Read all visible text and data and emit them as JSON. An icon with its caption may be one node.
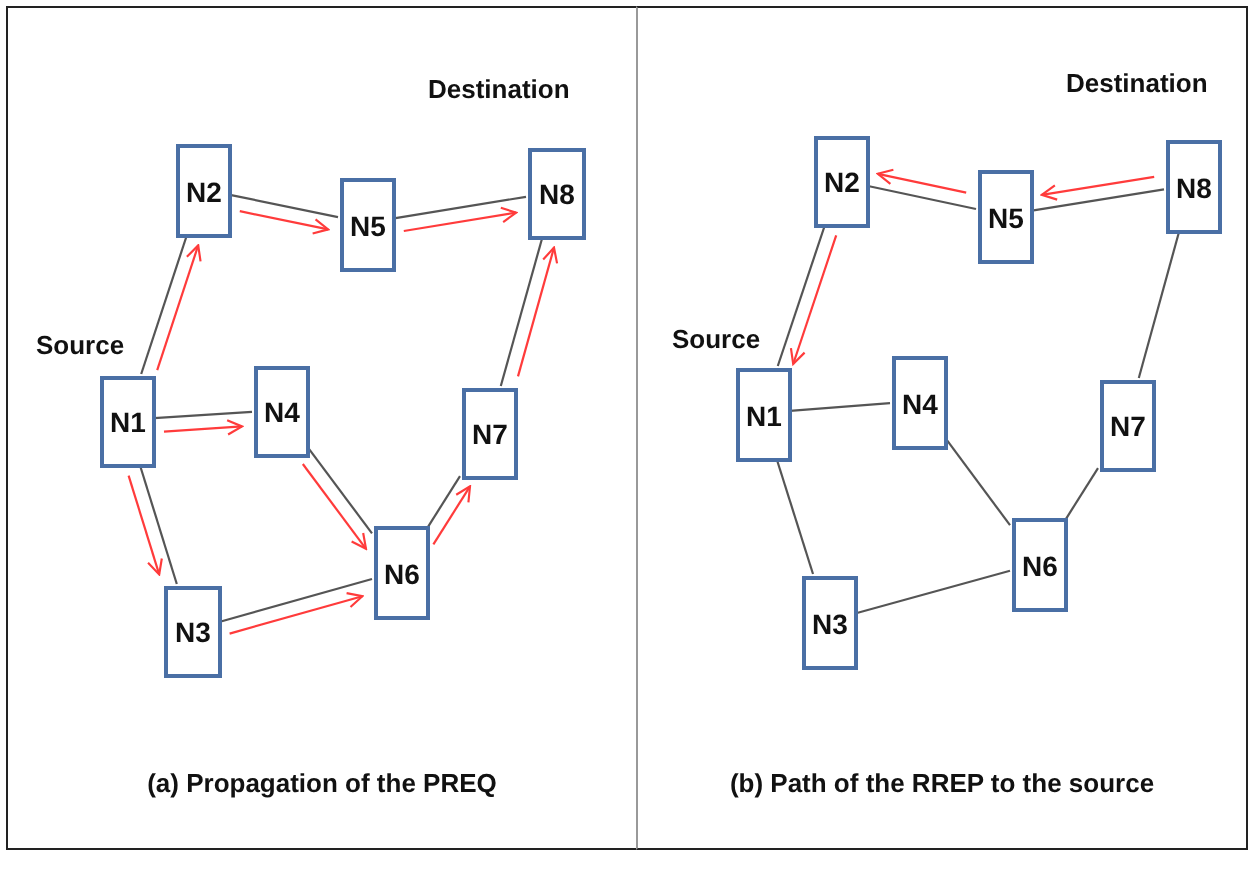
{
  "diagram": {
    "nodes": [
      {
        "text": [
          "(a) Propagation of the PREQ"
        ]
      },
      {
        "text": [
          "N1"
        ],
        "in": 0,
        "beside": [
          "Source"
        ]
      },
      {
        "text": [
          "N2"
        ],
        "in": 0
      },
      {
        "text": [
          "N3"
        ],
        "in": 0
      },
      {
        "text": [
          "N4"
        ],
        "in": 0
      },
      {
        "text": [
          "N5"
        ],
        "in": 0
      },
      {
        "text": [
          "N6"
        ],
        "in": 0
      },
      {
        "text": [
          "N7"
        ],
        "in": 0
      },
      {
        "text": [
          "N8"
        ],
        "in": 0,
        "beside": [
          "Destination"
        ]
      },
      {
        "text": [
          "(b) Path of the RREP to the source"
        ]
      },
      {
        "text": [
          "N1"
        ],
        "in": 9,
        "beside": [
          "Source"
        ]
      },
      {
        "text": [
          "N2"
        ],
        "in": 9
      },
      {
        "text": [
          "N3"
        ],
        "in": 9
      },
      {
        "text": [
          "N4"
        ],
        "in": 9
      },
      {
        "text": [
          "N5"
        ],
        "in": 9
      },
      {
        "text": [
          "N6"
        ],
        "in": 9
      },
      {
        "text": [
          "N7"
        ],
        "in": 9
      },
      {
        "text": [
          "N8"
        ],
        "in": 9,
        "beside": [
          "Destination"
        ]
      }
    ],
    "edges": [
      {
        "from": 1,
        "to": 2,
        "arrow": "none"
      },
      {
        "from": 2,
        "to": 5,
        "arrow": "none"
      },
      {
        "from": 5,
        "to": 8,
        "arrow": "none"
      },
      {
        "from": 1,
        "to": 4,
        "arrow": "none"
      },
      {
        "from": 4,
        "to": 6,
        "arrow": "none"
      },
      {
        "from": 1,
        "to": 3,
        "arrow": "none"
      },
      {
        "from": 3,
        "to": 6,
        "arrow": "none"
      },
      {
        "from": 6,
        "to": 7,
        "arrow": "none"
      },
      {
        "from": 7,
        "to": 8,
        "arrow": "none"
      },
      {
        "from": 1,
        "to": 2,
        "arrow": "to",
        "color": "#ff3b3b"
      },
      {
        "from": 2,
        "to": 5,
        "arrow": "to",
        "color": "#ff3b3b"
      },
      {
        "from": 5,
        "to": 8,
        "arrow": "to",
        "color": "#ff3b3b"
      },
      {
        "from": 1,
        "to": 4,
        "arrow": "to",
        "color": "#ff3b3b"
      },
      {
        "from": 4,
        "to": 6,
        "arrow": "to",
        "color": "#ff3b3b"
      },
      {
        "from": 1,
        "to": 3,
        "arrow": "to",
        "color": "#ff3b3b"
      },
      {
        "from": 3,
        "to": 6,
        "arrow": "to",
        "color": "#ff3b3b"
      },
      {
        "from": 6,
        "to": 7,
        "arrow": "to",
        "color": "#ff3b3b"
      },
      {
        "from": 7,
        "to": 8,
        "arrow": "to",
        "color": "#ff3b3b"
      },
      {
        "from": 10,
        "to": 11,
        "arrow": "none"
      },
      {
        "from": 11,
        "to": 14,
        "arrow": "none"
      },
      {
        "from": 14,
        "to": 17,
        "arrow": "none"
      },
      {
        "from": 10,
        "to": 13,
        "arrow": "none"
      },
      {
        "from": 13,
        "to": 15,
        "arrow": "none"
      },
      {
        "from": 10,
        "to": 12,
        "arrow": "none"
      },
      {
        "from": 12,
        "to": 15,
        "arrow": "none"
      },
      {
        "from": 15,
        "to": 16,
        "arrow": "none"
      },
      {
        "from": 16,
        "to": 17,
        "arrow": "none"
      },
      {
        "from": 17,
        "to": 14,
        "arrow": "to",
        "color": "#ff3b3b"
      },
      {
        "from": 14,
        "to": 11,
        "arrow": "to",
        "color": "#ff3b3b"
      },
      {
        "from": 11,
        "to": 10,
        "arrow": "to",
        "color": "#ff3b3b"
      }
    ]
  }
}
